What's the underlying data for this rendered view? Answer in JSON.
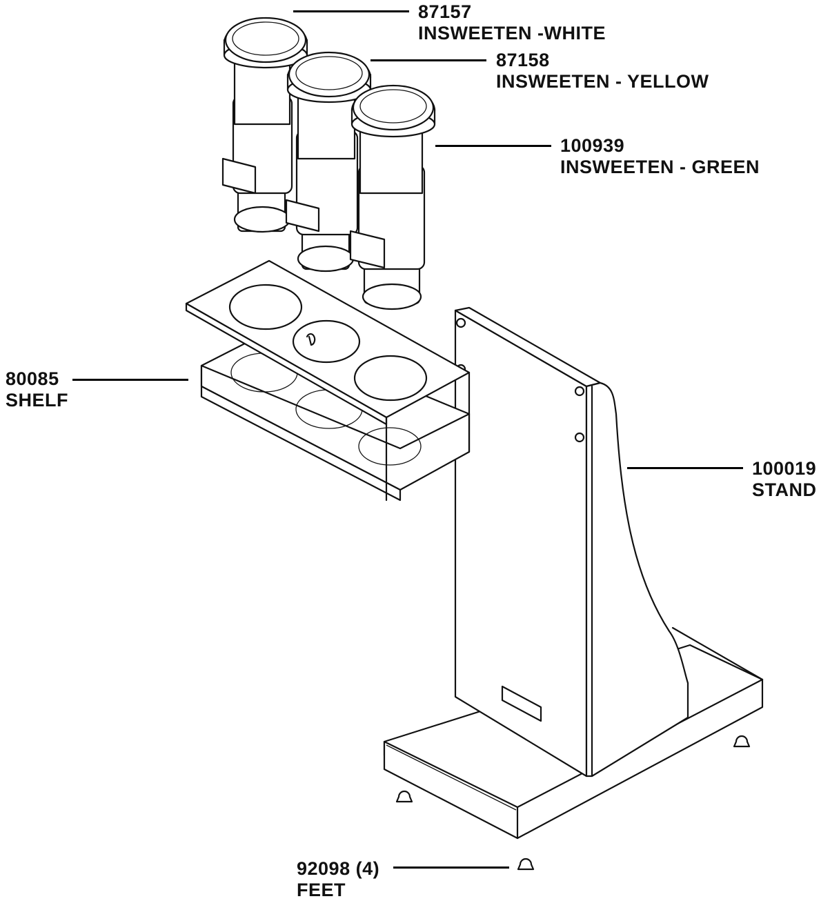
{
  "callouts": [
    {
      "id": "white",
      "part": "87157",
      "name": "INSWEETEN -WHITE"
    },
    {
      "id": "yellow",
      "part": "87158",
      "name": "INSWEETEN - YELLOW"
    },
    {
      "id": "green",
      "part": "100939",
      "name": "INSWEETEN - GREEN"
    },
    {
      "id": "shelf",
      "part": "80085",
      "name": "SHELF"
    },
    {
      "id": "stand",
      "part": "100019",
      "name": "STAND"
    },
    {
      "id": "feet",
      "part": "92098 (4)",
      "name": "FEET"
    }
  ],
  "colors": {
    "line": "#111111",
    "background": "#ffffff"
  }
}
